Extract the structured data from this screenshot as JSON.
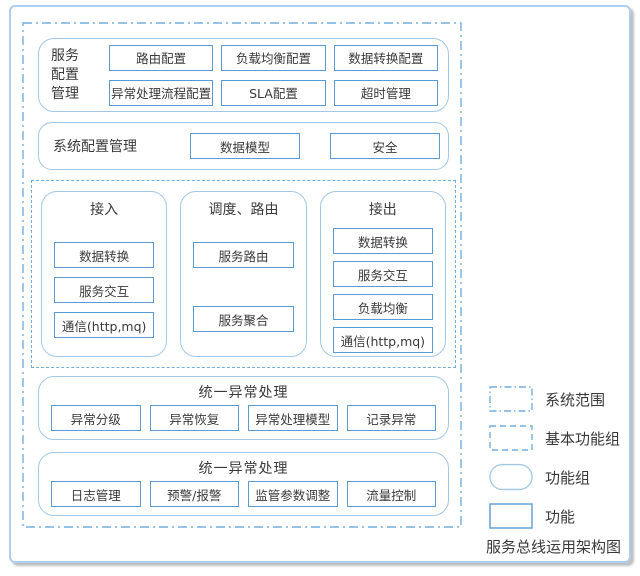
{
  "caption": "服务总线运用架构图",
  "svc_config": {
    "label_lines": [
      "服务",
      "配置",
      "管理"
    ],
    "row1": [
      "路由配置",
      "负载均衡配置",
      "数据转换配置"
    ],
    "row2": [
      "异常处理流程配置",
      "SLA配置",
      "超时管理"
    ]
  },
  "sys_config": {
    "label": "系统配置管理",
    "items": [
      "数据模型",
      "安全"
    ]
  },
  "basic_columns": [
    {
      "title": "接入",
      "items": [
        "数据转换",
        "服务交互",
        "通信(http,mq)"
      ]
    },
    {
      "title": "调度、路由",
      "items": [
        "服务路由",
        "服务聚合"
      ]
    },
    {
      "title": "接出",
      "items": [
        "数据转换",
        "服务交互",
        "负载均衡",
        "通信(http,mq)"
      ]
    }
  ],
  "exception_group": {
    "title": "统一异常处理",
    "items": [
      "异常分级",
      "异常恢复",
      "异常处理模型",
      "记录异常"
    ]
  },
  "monitor_group": {
    "title": "统一异常处理",
    "items": [
      "日志管理",
      "预警/报警",
      "监管参数调整",
      "流量控制"
    ]
  },
  "legend": [
    {
      "shape": "dash-dot-rect",
      "label": "系统范围"
    },
    {
      "shape": "dashed-rect",
      "label": "基本功能组"
    },
    {
      "shape": "ellipse",
      "label": "功能组"
    },
    {
      "shape": "rect",
      "label": "功能"
    }
  ],
  "colors": {
    "outer_border": "#abcfec",
    "group_border": "#a3c8e6",
    "box_border": "#5b9bd5",
    "dash_border": "#74aedd",
    "text": "#3a3a3a"
  }
}
